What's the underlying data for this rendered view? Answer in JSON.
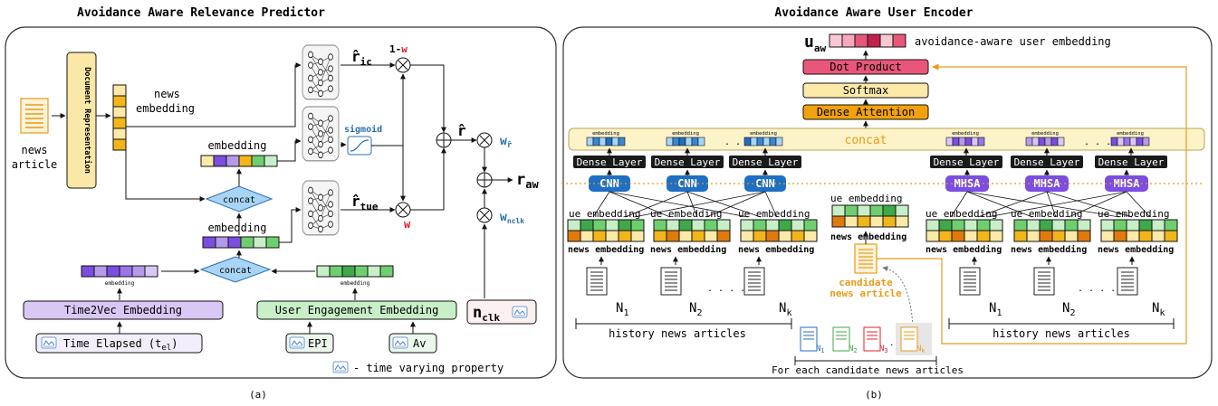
{
  "panel_a": {
    "title": "Avoidance Aware Relevance Predictor",
    "caption": "(a)",
    "news": "news",
    "article": "article",
    "doc_rep": "Document Representation",
    "news_embedding_1": "news",
    "news_embedding_2": "embedding",
    "embedding_label": "embedding",
    "embedding_small": "embedding",
    "concat": "concat",
    "sigmoid": "sigmoid",
    "r_ic": "r̂",
    "r_ic_sub": "ic",
    "r_tue": "r̂",
    "r_tue_sub": "tue",
    "r_hat": "r̂",
    "one_minus_w_prefix": "1-",
    "w": "w",
    "r_aw": "r",
    "r_aw_sub": "aw",
    "w_rhat": "w",
    "w_rhat_sub": "r̂",
    "w_nclk": "w",
    "w_nclk_sub": "nclk",
    "time2vec": "Time2Vec Embedding",
    "user_eng": "User Engagement Embedding",
    "time_elapsed": "Time Elapsed (t",
    "time_elapsed_sub": "el",
    "time_elapsed_end": ")",
    "epi": "EPI",
    "av": "Av",
    "nclk": "n",
    "nclk_sub": "clk",
    "legend": "- time varying property"
  },
  "panel_b": {
    "title": "Avoidance Aware User Encoder",
    "caption": "(b)",
    "u_aw": "u",
    "u_aw_sub": "aw",
    "u_aw_desc": "avoidance-aware user embedding",
    "dot_product": "Dot Product",
    "softmax": "Softmax",
    "dense_attention": "Dense Attention",
    "concat": "concat",
    "embedding_small": "embedding",
    "dense_layer": "Dense Layer",
    "cnn": "CNN",
    "mhsa": "MHSA",
    "ue_embedding": "ue embedding",
    "news_embedding": "news embedding",
    "dots": ". . . .",
    "n1": "N",
    "n1_sub": "1",
    "n2": "N",
    "n2_sub": "2",
    "nk": "N",
    "nk_sub": "k",
    "n3_sub": "3",
    "history": "history news articles",
    "candidate_1": "candidate",
    "candidate_2": "news article",
    "for_each": "For each candidate news articles"
  },
  "colors": {
    "doc_yellow": "#fbe8a6",
    "concat_blue": "#a8d4f5",
    "time2vec": "#d9c7f5",
    "user_eng": "#c8efc8",
    "dot_product": "#e8577a",
    "softmax": "#fde9a8",
    "dense_attention": "#f2a20c",
    "cnn": "#1f6fc2",
    "mhsa": "#7b4de0",
    "candidate_orange": "#e89a1a",
    "w_red": "#e0202a"
  },
  "icons": [
    "document-icon",
    "neural-net-icon",
    "sigmoid-curve-icon",
    "multiply-circle-icon",
    "add-circle-icon",
    "time-varying-icon",
    "arrow-icon"
  ]
}
